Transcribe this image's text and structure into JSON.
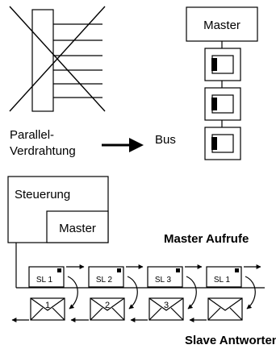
{
  "top": {
    "master_label": "Master",
    "parallel_line1": "Parallel-",
    "parallel_line2": "Verdrahtung",
    "bus_label": "Bus"
  },
  "bottom": {
    "controller_label": "Steuerung",
    "controller_master_label": "Master",
    "requests_label": "Master Aufrufe",
    "responses_label": "Slave Antworten",
    "slaves": [
      "SL 1",
      "SL 2",
      "SL 3",
      "SL 1"
    ],
    "envelopes": [
      "1",
      "2",
      "3",
      ""
    ]
  },
  "colors": {
    "ink": "#000000",
    "background": "#ffffff"
  }
}
